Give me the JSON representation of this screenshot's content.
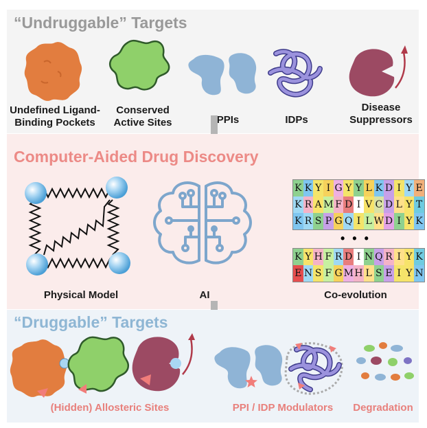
{
  "top": {
    "title": "“Undruggable” Targets",
    "labels": {
      "pockets_line1": "Undefined Ligand-",
      "pockets_line2": "Binding Pockets",
      "active_line1": "Conserved",
      "active_line2": "Active Sites",
      "ppis": "PPIs",
      "idps": "IDPs",
      "suppressors_line1": "Disease",
      "suppressors_line2": "Suppressors"
    }
  },
  "middle": {
    "title": "Computer-Aided Drug Discovery",
    "labels": {
      "physical": "Physical Model",
      "ai": "AI",
      "coevolution": "Co-evolution"
    },
    "ellipsis": "• • •",
    "sequences": [
      "KKYIGYYLKDIYE",
      "KRAMFDIVCDLYT",
      "KRSPGQILWDIYK",
      "KYHFRDINQRIYK",
      "ENSFGMHLSEIYN"
    ],
    "sequence_colors": [
      [
        "#8fd18f",
        "#7fc6f0",
        "#f4e46a",
        "#f6d25c",
        "#eeb0e2",
        "#f4e46a",
        "#8fd18f",
        "#f6d25c",
        "#7fc6f0",
        "#c7a0e8",
        "#f4e46a",
        "#9fd9f4",
        "#f1b07a"
      ],
      [
        "#9fd9f4",
        "#f4b3c7",
        "#f7e36a",
        "#c7f0a0",
        "#f4b3c7",
        "#e87d7d",
        "#ffffff",
        "#f7e36a",
        "#d9e2a5",
        "#c7a0e8",
        "#ffe08a",
        "#f7e36a",
        "#6fcbe0"
      ],
      [
        "#7fc6f0",
        "#9fd9f4",
        "#8fd18f",
        "#c7a0e8",
        "#f6d25c",
        "#9fd9f4",
        "#f4e46a",
        "#c7f0a0",
        "#ffe08a",
        "#e3a2e6",
        "#8fd18f",
        "#f7e36a",
        "#7fc6f0"
      ],
      [
        "#8fd18f",
        "#f7e36a",
        "#f4b3c7",
        "#c7f0a0",
        "#9fd9f4",
        "#e87d7d",
        "#ffffff",
        "#8fd18f",
        "#c7a0e8",
        "#f4b3c7",
        "#ffe08a",
        "#f7e36a",
        "#6fcbe0"
      ],
      [
        "#e64d4d",
        "#9fd9f4",
        "#f4e46a",
        "#c7f0a0",
        "#f6d25c",
        "#eeb0e2",
        "#f4b3c7",
        "#ffe08a",
        "#8fd18f",
        "#c7a0e8",
        "#f4e46a",
        "#f7e36a",
        "#7fc6f0"
      ]
    ]
  },
  "bottom": {
    "title": "“Druggable” Targets",
    "labels": {
      "allosteric": "(Hidden) Allosteric Sites",
      "modulators": "PPI / IDP Modulators",
      "degradation": "Degradation"
    }
  },
  "colors": {
    "orange": "#e27d3f",
    "green": "#8fd06a",
    "blue": "#8fb4d6",
    "purple": "#7e73c4",
    "maroon": "#9c4a63",
    "pink_accent": "#f17d7a",
    "sphere": "#a9d6f3"
  }
}
